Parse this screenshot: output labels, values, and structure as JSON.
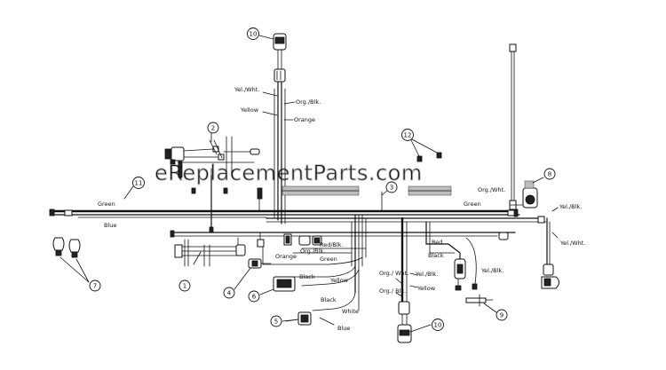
{
  "watermark": "eReplacementParts.com",
  "wire_labels": {
    "yel_wht_top": "Yel./Wht.",
    "org_blk_top": "Org./Blk.",
    "yellow_top": "Yellow",
    "orange_top": "Orange",
    "green_left": "Green",
    "blue_left": "Blue",
    "org_wht_right": "Org./Wht.",
    "green_right": "Green",
    "yel_blk_right": "Yel./Blk.",
    "yel_wht_right": "Yel./Wht.",
    "orange_mid": "Orange",
    "org_blk_mid": "Org./Blk.",
    "red_blk_mid": "Red/Blk.",
    "green_mid": "Green",
    "black_mid": "Black",
    "yellow_mid": "Yellow",
    "black_low": "Black",
    "white_low": "White",
    "blue_low": "Blue",
    "red_right": "Red",
    "black_right": "Black",
    "yel_blk_low": "Yel./Blk.",
    "org_wht_low": "Org./ Wht.",
    "org_blk_low": "Org./ Blk.",
    "yel_blk_bottom": "Yel./Blk.",
    "yellow_bottom": "Yellow"
  },
  "callouts": {
    "c1": "1",
    "c2": "2",
    "c3": "3",
    "c4": "4",
    "c5": "5",
    "c6": "6",
    "c7": "7",
    "c8": "8",
    "c9": "9",
    "c10_top": "10",
    "c10_bottom": "10",
    "c11": "11",
    "c12": "12"
  }
}
